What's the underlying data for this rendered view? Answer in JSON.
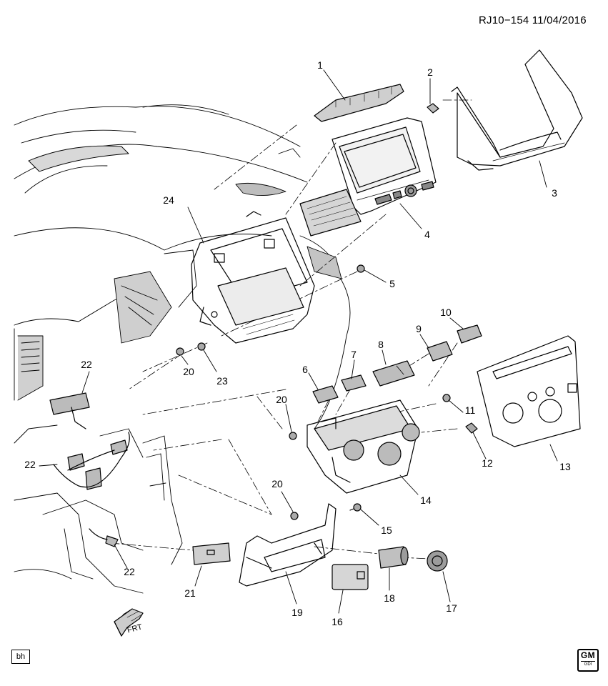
{
  "header": {
    "code": "RJ10−154  11/04/2016"
  },
  "callouts": {
    "c1": "1",
    "c2": "2",
    "c3": "3",
    "c4": "4",
    "c5": "5",
    "c6": "6",
    "c7": "7",
    "c8": "8",
    "c9": "9",
    "c10": "10",
    "c11": "11",
    "c12": "12",
    "c13": "13",
    "c14": "14",
    "c15": "15",
    "c16": "16",
    "c17": "17",
    "c18": "18",
    "c19": "19",
    "c20a": "20",
    "c20b": "20",
    "c20c": "20",
    "c21": "21",
    "c22a": "22",
    "c22b": "22",
    "c22c": "22",
    "c23": "23",
    "c24": "24"
  },
  "footer": {
    "badge": "bh",
    "direction": "FRT"
  },
  "logo": {
    "top": "GM",
    "bottom": "GDI",
    "icon": "gm-logo-icon"
  },
  "colors": {
    "line": "#000000",
    "background": "#ffffff",
    "shade": "#c8c8c8"
  }
}
